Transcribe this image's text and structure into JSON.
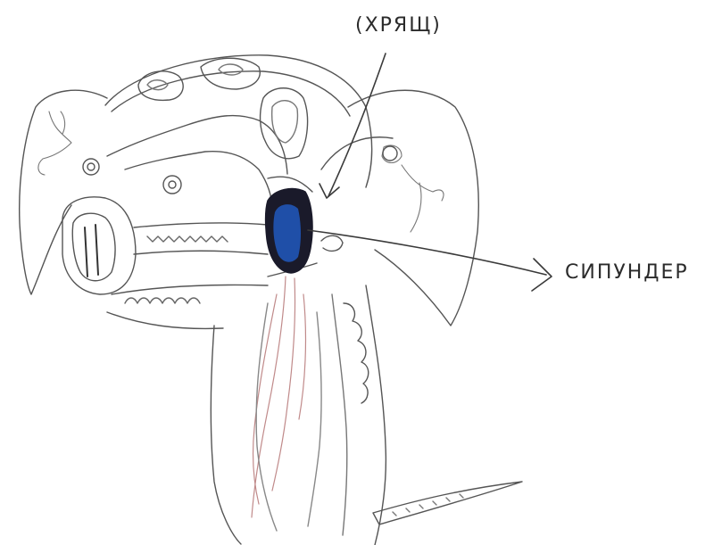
{
  "labels": {
    "cartilage": "(ХРЯЩ)",
    "siphuncle": "СИПУНДЕР"
  },
  "colors": {
    "pencil": "#4a4a4a",
    "pencil_light": "#8a8a8a",
    "blue_marking": "#1f4fa8",
    "dark_marking": "#1a1a2a",
    "red_lines": "#c08a8a"
  },
  "icons": {
    "cartilage_arrow": "arrow-down-left",
    "siphuncle_arrow": "arrow-right"
  }
}
